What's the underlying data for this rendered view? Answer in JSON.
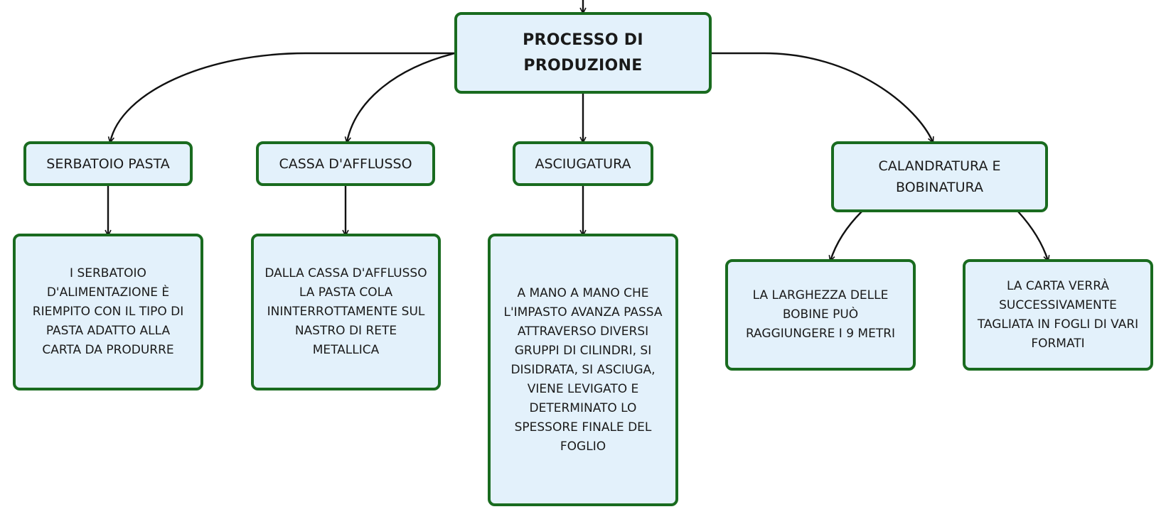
{
  "diagram": {
    "root": {
      "label": "PROCESSO DI\nPRODUZIONE"
    },
    "branches": [
      {
        "label": "SERBATOIO PASTA",
        "children": [
          {
            "label": "I SERBATOIO\nD'ALIMENTAZIONE È\nRIEMPITO CON IL TIPO DI\nPASTA ADATTO ALLA\nCARTA DA PRODURRE"
          }
        ]
      },
      {
        "label": "CASSA D'AFFLUSSO",
        "children": [
          {
            "label": "DALLA CASSA D'AFFLUSSO\nLA PASTA COLA\nININTERROTTAMENTE SUL\nNASTRO DI RETE\nMETALLICA"
          }
        ]
      },
      {
        "label": "ASCIUGATURA",
        "children": [
          {
            "label": "A MANO A MANO CHE\nL'IMPASTO AVANZA PASSA\nATTRAVERSO DIVERSI\nGRUPPI DI CILINDRI, SI\nDISIDRATA, SI ASCIUGA,\nVIENE LEVIGATO E\nDETERMINATO LO\nSPESSORE FINALE DEL\nFOGLIO"
          }
        ]
      },
      {
        "label": "CALANDRATURA E\nBOBINATURA",
        "children": [
          {
            "label": "LA LARGHEZZA DELLE\nBOBINE PUÒ\nRAGGIUNGERE I 9 METRI"
          },
          {
            "label": "LA CARTA VERRÀ\nSUCCESSIVAMENTE\nTAGLIATA IN FOGLI DI VARI\nFORMATI"
          }
        ]
      }
    ]
  },
  "colors": {
    "node_fill": "#e3f1fb",
    "node_border": "#196b1f",
    "connector": "#111111"
  }
}
